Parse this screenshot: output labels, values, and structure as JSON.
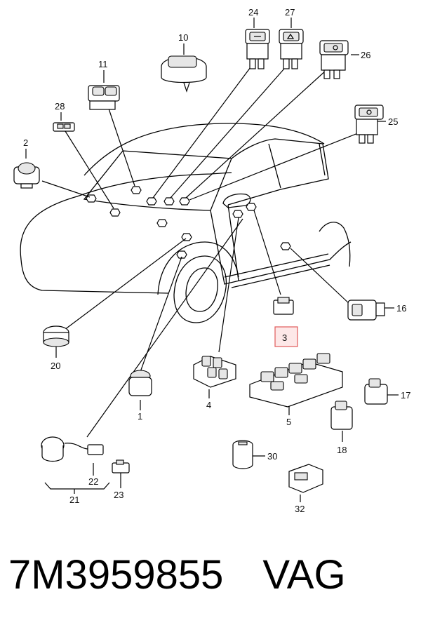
{
  "callouts": [
    {
      "id": "c24",
      "label": "24"
    },
    {
      "id": "c27",
      "label": "27"
    },
    {
      "id": "c26",
      "label": "26"
    },
    {
      "id": "c10",
      "label": "10"
    },
    {
      "id": "c11",
      "label": "11"
    },
    {
      "id": "c28",
      "label": "28"
    },
    {
      "id": "c25",
      "label": "25"
    },
    {
      "id": "c2",
      "label": "2"
    },
    {
      "id": "c16",
      "label": "16"
    },
    {
      "id": "c3",
      "label": "3"
    },
    {
      "id": "c20",
      "label": "20"
    },
    {
      "id": "c4",
      "label": "4"
    },
    {
      "id": "c1",
      "label": "1"
    },
    {
      "id": "c5",
      "label": "5"
    },
    {
      "id": "c17",
      "label": "17"
    },
    {
      "id": "c18",
      "label": "18"
    },
    {
      "id": "c30",
      "label": "30"
    },
    {
      "id": "c22",
      "label": "22"
    },
    {
      "id": "c23",
      "label": "23"
    },
    {
      "id": "c21",
      "label": "21"
    },
    {
      "id": "c32",
      "label": "32"
    }
  ],
  "highlight_color": "#e05a5a",
  "footer": {
    "part_number": "7M3959855",
    "brand": "VAG"
  }
}
